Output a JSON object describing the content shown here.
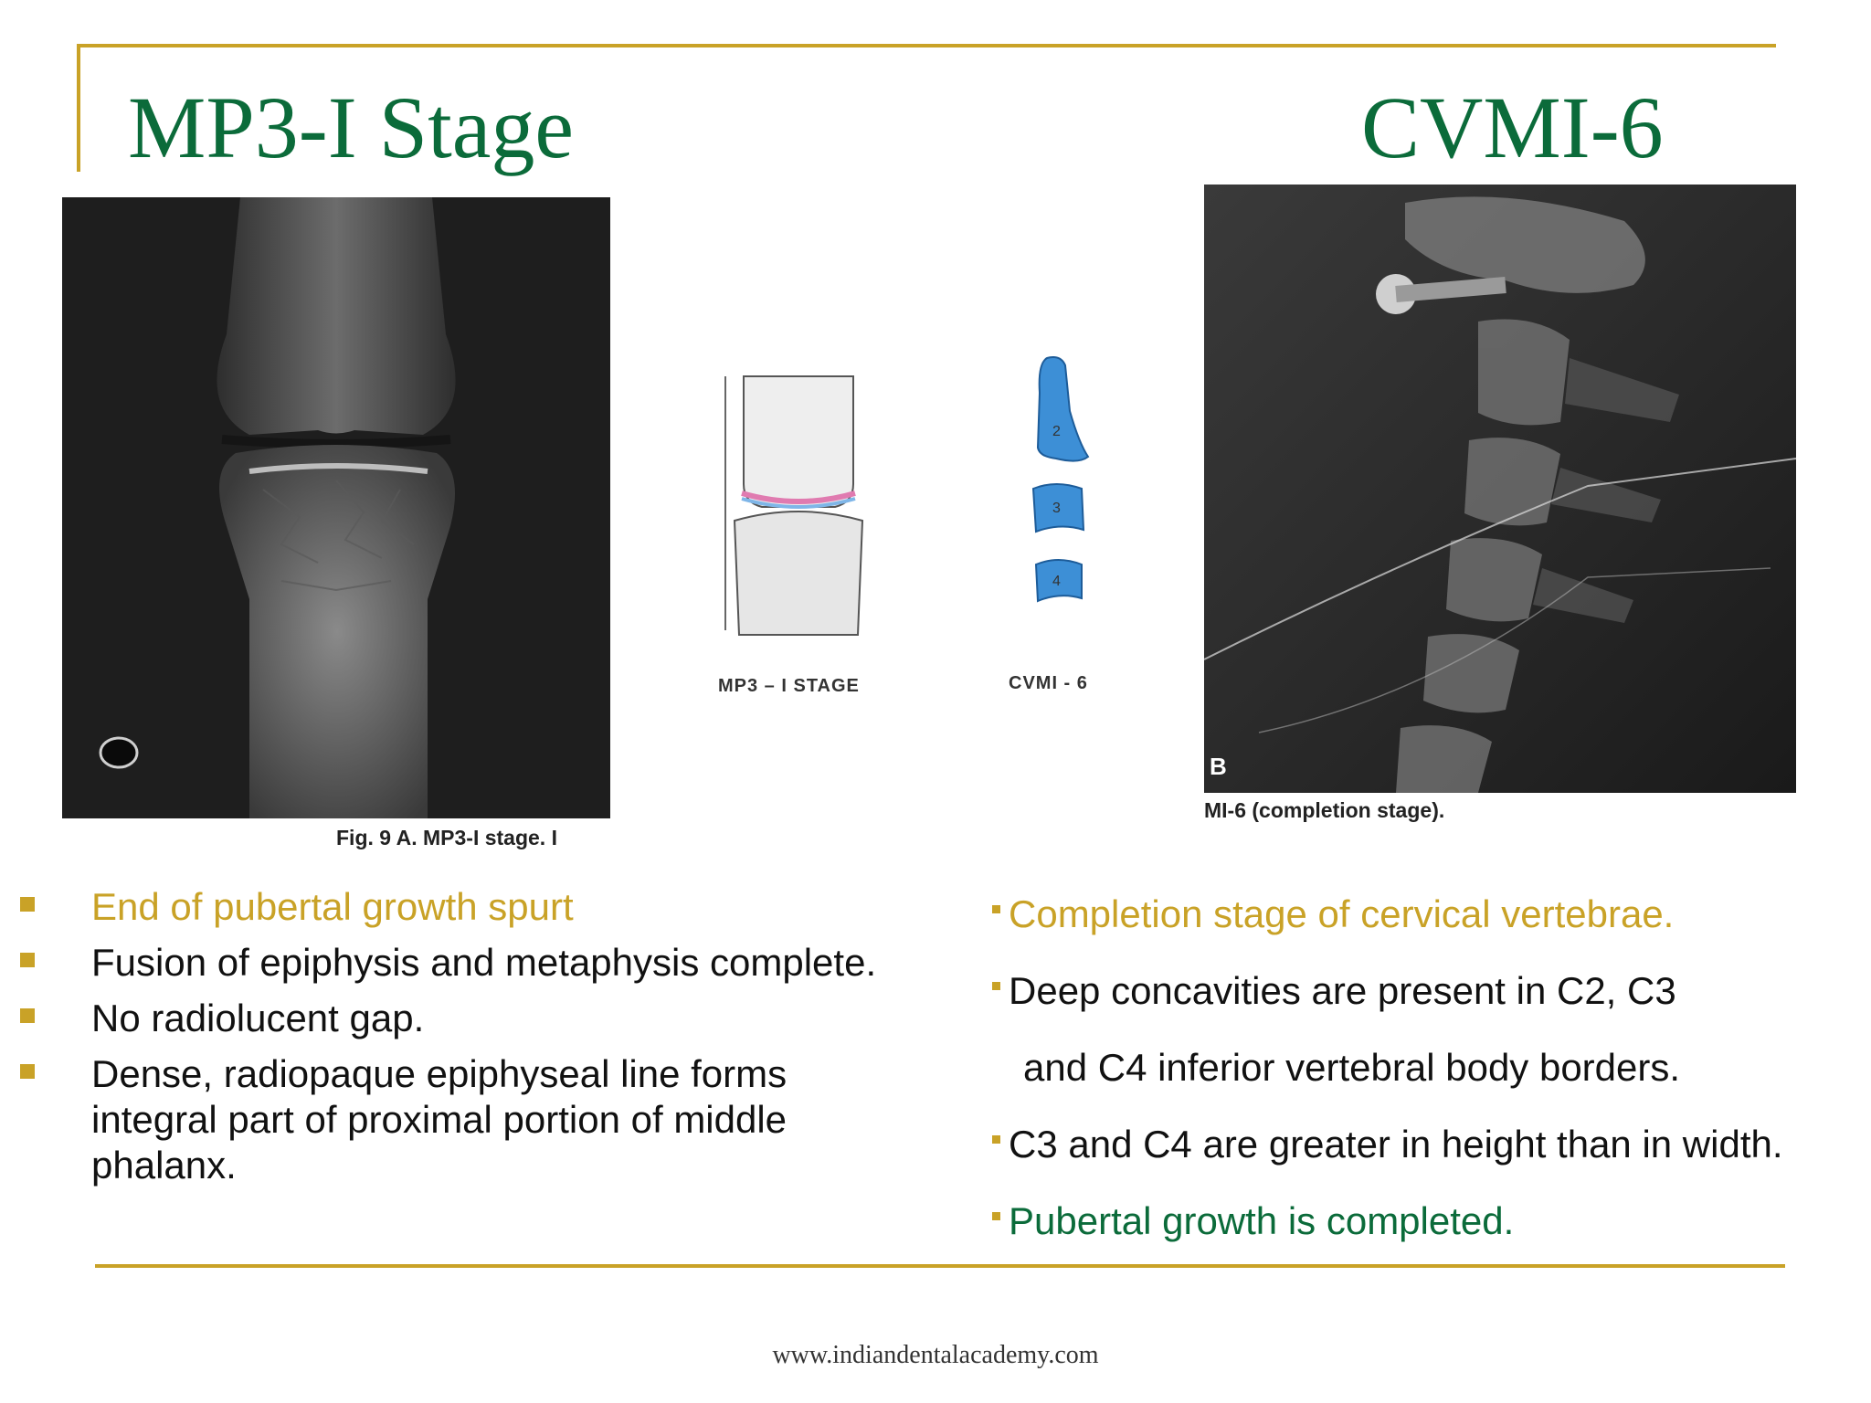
{
  "titles": {
    "left": "MP3-I Stage",
    "right": "CVMI-6"
  },
  "figures": {
    "left_caption": "Fig. 9  A. MP3-I stage. I",
    "right_caption": "MI-6 (completion stage).",
    "right_panel_letter": "B",
    "diagram_mp3_label": "MP3 – I  STAGE",
    "diagram_cvmi_label": "CVMI - 6",
    "vertebra_labels": [
      "2",
      "3",
      "4"
    ]
  },
  "left_bullets": [
    {
      "text": "End of pubertal growth spurt",
      "color": "#c9a227"
    },
    {
      "text": "Fusion of epiphysis and metaphysis complete."
    },
    {
      "text": "No radiolucent gap."
    },
    {
      "text": "Dense, radiopaque epiphyseal line forms",
      "continuation": " integral part of proximal portion of middle phalanx."
    }
  ],
  "right_bullets": [
    {
      "text": "Completion stage of cervical vertebrae.",
      "color": "#c9a227"
    },
    {
      "text": "Deep concavities are present in C2, C3",
      "continuation": "and C4 inferior vertebral body borders."
    },
    {
      "text": "C3 and C4 are greater in height than in width."
    },
    {
      "text": "Pubertal growth is completed.",
      "color": "#0b6b3a"
    }
  ],
  "footer": "www.indiandentalacademy.com",
  "colors": {
    "title_green": "#0b6b3a",
    "accent_gold": "#c9a227",
    "vertebra_blue": "#3d8fd6"
  }
}
